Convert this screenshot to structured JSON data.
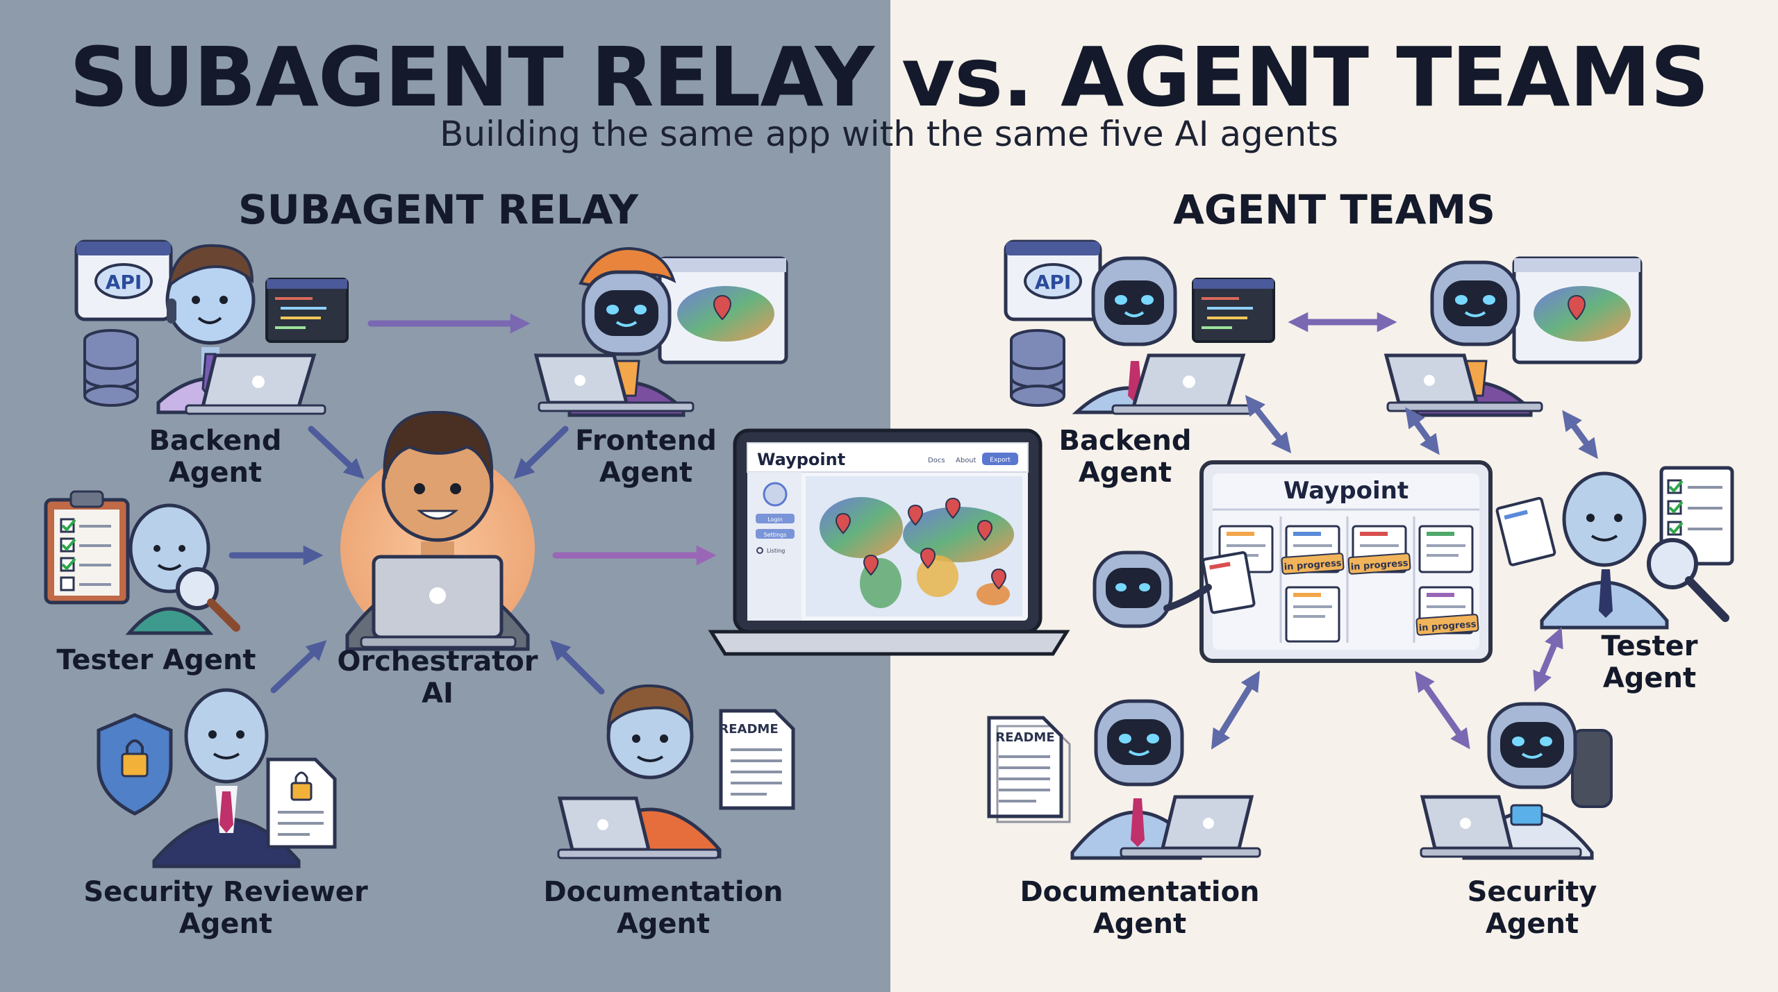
{
  "title": "SUBAGENT RELAY vs. AGENT TEAMS",
  "subtitle": "Building the same app with the same five AI agents",
  "colors": {
    "left_bg": "#8e9bab",
    "right_bg": "#f6f1ea",
    "arrow": "#5f6aa8",
    "text": "#141a2b",
    "orchestrator_glow": "#f2b68a"
  },
  "relay": {
    "heading": "SUBAGENT RELAY",
    "backend": {
      "line1": "Backend",
      "line2": "Agent",
      "icon_badge": "API"
    },
    "frontend": {
      "line1": "Frontend",
      "line2": "Agent"
    },
    "tester": {
      "label": "Tester Agent"
    },
    "orchestrator": {
      "line1": "Orchestrator",
      "line2": "AI"
    },
    "security": {
      "line1": "Security Reviewer",
      "line2": "Agent"
    },
    "documentation": {
      "line1": "Documentation",
      "line2": "Agent",
      "doc_title": "README"
    },
    "app": {
      "brand": "Waypoint",
      "nav": [
        "Docs",
        "About"
      ],
      "nav_button": "Export",
      "sidebar": [
        "Login",
        "Settings",
        "Listing"
      ]
    }
  },
  "teams": {
    "heading": "AGENT TEAMS",
    "backend": {
      "line1": "Backend",
      "line2": "Agent",
      "icon_badge": "API"
    },
    "tester": {
      "line1": "Tester",
      "line2": "Agent"
    },
    "documentation": {
      "line1": "Documentation",
      "line2": "Agent",
      "doc_title": "README"
    },
    "security": {
      "line1": "Security",
      "line2": "Agent"
    },
    "board": {
      "title": "Waypoint",
      "tags": [
        "in progress",
        "in progress",
        "in progress"
      ]
    }
  }
}
